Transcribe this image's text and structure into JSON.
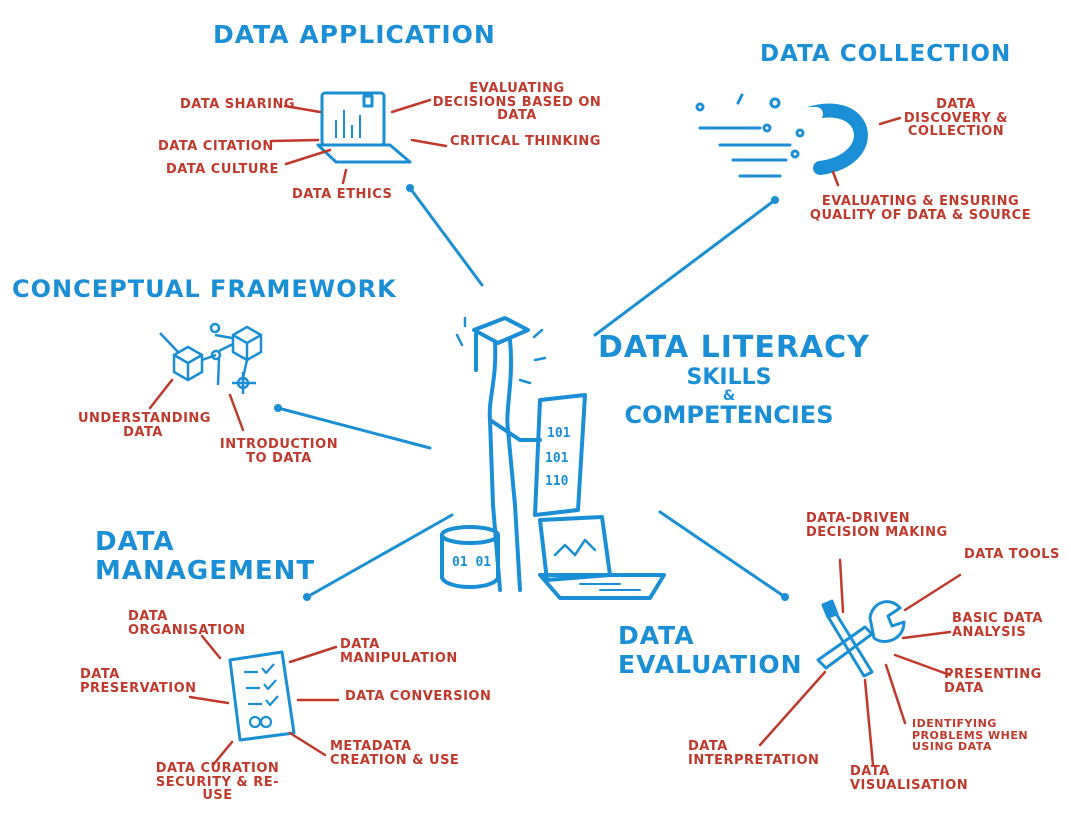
{
  "title": {
    "line1": "DATA LITERACY",
    "line2": "SKILLS",
    "line3": "&",
    "line4": "COMPETENCIES"
  },
  "colors": {
    "blue": "#1a8fd6",
    "red": "#c0392b"
  },
  "categories": {
    "data_application": {
      "label": "DATA APPLICATION",
      "icon": "laptop-chart-icon",
      "items": [
        "DATA SHARING",
        "DATA CITATION",
        "DATA CULTURE",
        "DATA ETHICS",
        "EVALUATING DECISIONS BASED ON DATA",
        "CRITICAL THINKING"
      ]
    },
    "data_collection": {
      "label": "DATA COLLECTION",
      "icon": "magnet-icon",
      "items": [
        "DATA DISCOVERY & COLLECTION",
        "EVALUATING & ENSURING QUALITY OF DATA & SOURCE"
      ]
    },
    "conceptual_framework": {
      "label": "CONCEPTUAL FRAMEWORK",
      "icon": "network-cubes-icon",
      "items": [
        "UNDERSTANDING DATA",
        "INTRODUCTION TO DATA"
      ]
    },
    "data_management": {
      "label": "DATA MANAGEMENT",
      "icon": "checklist-document-icon",
      "items": [
        "DATA ORGANISATION",
        "DATA PRESERVATION",
        "DATA MANIPULATION",
        "DATA CONVERSION",
        "METADATA CREATION & USE",
        "DATA CURATION SECURITY & RE-USE"
      ]
    },
    "data_evaluation": {
      "label": "DATA EVALUATION",
      "icon": "wrench-screwdriver-icon",
      "items": [
        "DATA-DRIVEN DECISION MAKING",
        "DATA TOOLS",
        "BASIC DATA ANALYSIS",
        "PRESENTING DATA",
        "IDENTIFYING PROBLEMS WHEN USING DATA",
        "DATA VISUALISATION",
        "DATA INTERPRETATION"
      ]
    }
  },
  "center_figure": {
    "icon": "graduate-with-data-icon",
    "paper_text": [
      "101",
      "101",
      "110"
    ],
    "database_text": "01 01"
  }
}
